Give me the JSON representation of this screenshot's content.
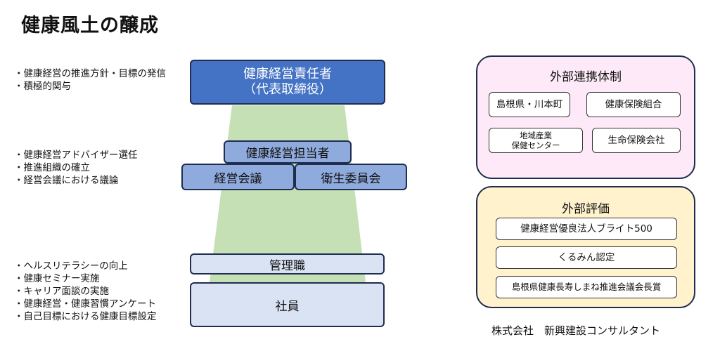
{
  "title": "健康風土の醸成",
  "left_bullets": {
    "group1": [
      "・健康経営の推進方針・目標の発信",
      "・積極的関与"
    ],
    "group2": [
      "・健康経営アドバイザー選任",
      "・推進組織の確立",
      "・経営会議における議論"
    ],
    "group3": [
      "・ヘルスリテラシーの向上",
      "・健康セミナー実施",
      "・キャリア面談の実施",
      "・健康経営・健康習慣アンケート",
      "・自己目標における健康目標設定"
    ]
  },
  "org": {
    "executive_line1": "健康経営責任者",
    "executive_line2": "（代表取締役）",
    "manager_in_charge": "健康経営担当者",
    "management_meeting": "経営会議",
    "health_committee": "衛生委員会",
    "supervisors": "管理職",
    "employees": "社員"
  },
  "external_collab": {
    "title": "外部連携体制",
    "items": [
      "島根県・川本町",
      "健康保険組合",
      "生命保険会社"
    ],
    "center_line1": "地域産業",
    "center_line2": "保健センター"
  },
  "external_eval": {
    "title": "外部評価",
    "items": [
      "健康経営優良法人ブライト500",
      "くるみん認定",
      "島根県健康長寿しまね推進会議会長賞"
    ]
  },
  "company": "株式会社　新興建設コンサルタント",
  "colors": {
    "dark_blue": "#4472c4",
    "mid_blue": "#8faadc",
    "light_blue": "#dae3f3",
    "green": "#c5e0b4",
    "pink_panel": "#fde9f7",
    "yellow_panel": "#fff2cc",
    "border": "#1f2d4f"
  }
}
